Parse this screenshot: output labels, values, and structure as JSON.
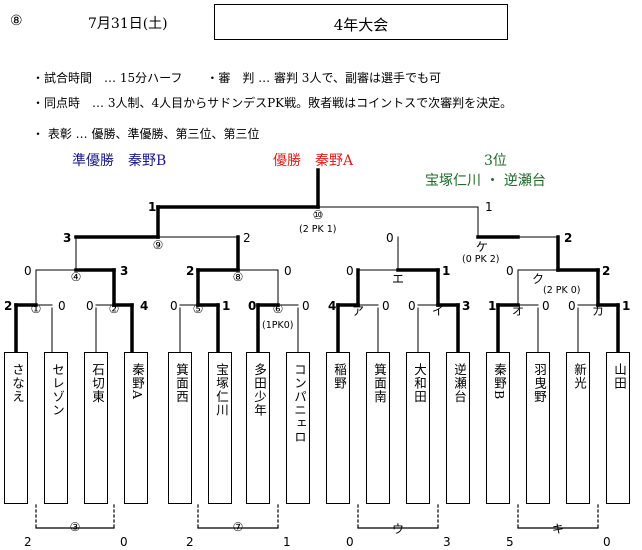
{
  "header": {
    "number": "⑧",
    "date": "7月31日(土)",
    "title": "4年大会"
  },
  "notes": [
    "・試合時間　… 15分ハーフ　　・審　判 … 審判 3人で、副審は選手でも可",
    "・同点時　… 3人制、4人目からサドンデスPK戦。敗者戦はコイントスで次審判を決定。",
    "・ 表彰 … 優勝、準優勝、第三位、第三位"
  ],
  "results": {
    "runner_up": "準優勝　秦野B",
    "champion": "優勝　秦野A",
    "third_label": "3位",
    "third_teams": "宝塚仁川 ・ 逆瀬台"
  },
  "colors": {
    "runner_up": "#1a1a8c",
    "champion": "#e0201b",
    "third": "#1e6b2a",
    "line": "#000000"
  },
  "teams": [
    "さなえ",
    "セレゾン",
    "石切東",
    "秦野A",
    "箕面西",
    "宝塚仁川",
    "多田少年",
    "コンパニェロ",
    "稲野",
    "箕面南",
    "大和田",
    "逆瀬台",
    "秦野B",
    "羽曳野",
    "新光",
    "山田"
  ],
  "match_labels": {
    "m1": "①",
    "m2": "②",
    "m3": "③",
    "m4": "④",
    "m5": "⑤",
    "m6": "⑥",
    "m7": "⑦",
    "m8": "⑧",
    "m9": "⑨",
    "m10": "⑩",
    "a": "ア",
    "i": "イ",
    "u": "ウ",
    "e": "エ",
    "o": "オ",
    "ka": "カ",
    "ki": "キ",
    "ku": "ク",
    "ke": "ケ"
  },
  "pk_notes": {
    "final": "(2 PK 1)",
    "m6": "(1PK0)",
    "ke": "(0 PK 2)",
    "ku": "(2 PK 0)"
  },
  "scores": {
    "r1": [
      "2",
      "0",
      "0",
      "4",
      "0",
      "1",
      "0",
      "0",
      "4",
      "0",
      "0",
      "3",
      "1",
      "0",
      "0",
      "1"
    ],
    "r2": [
      "0",
      "3",
      "2",
      "0",
      "0",
      "1",
      "0",
      "2"
    ],
    "r3": [
      "3",
      "2",
      "0",
      "2"
    ],
    "final": [
      "1",
      "1"
    ],
    "consolation": [
      "2",
      "0",
      "2",
      "1",
      "0",
      "3",
      "5",
      "0"
    ]
  }
}
